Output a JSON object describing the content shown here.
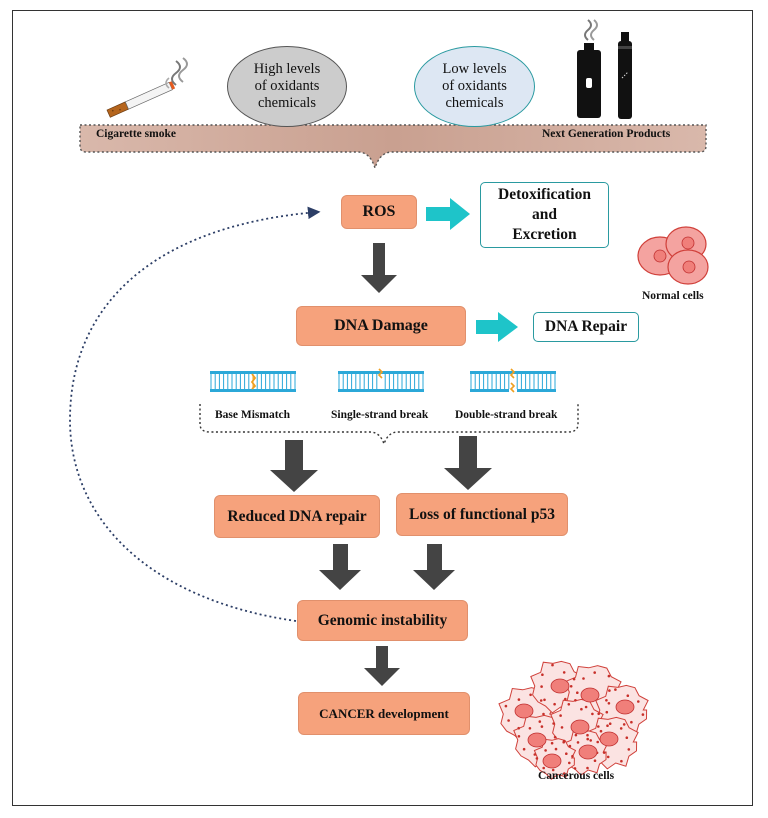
{
  "source_bar": {
    "left_label": "Cigarette smoke",
    "right_label": "Next Generation Products"
  },
  "ovals": {
    "high": "High levels\nof oxidants\nchemicals",
    "low": "Low levels\nof oxidants\nchemicals"
  },
  "boxes": {
    "ros": "ROS",
    "detox": "Detoxification\nand\nExcretion",
    "dna_damage": "DNA Damage",
    "dna_repair": "DNA Repair",
    "reduced_repair": "Reduced DNA repair",
    "p53": "Loss of functional p53",
    "genomic": "Genomic instability",
    "cancer": "CANCER development"
  },
  "damage_types": [
    "Base Mismatch",
    "Single-strand break",
    "Double-strand break"
  ],
  "cells": {
    "normal": "Normal cells",
    "cancerous": "Cancerous cells"
  },
  "colors": {
    "process_box": "#f6a27c",
    "outline_box_border": "#2a9aa0",
    "teal_arrow": "#1ec4c9",
    "dark_arrow": "#444444",
    "source_bar": "#d2ab9c",
    "oval_high": "#cccccc",
    "oval_low": "#dde7f3",
    "cell_fill": "#f4a3a0",
    "cell_border": "#d0403a"
  },
  "icons": [
    "cigarette-icon",
    "e-cigarette-icon",
    "dna-strand-icon",
    "normal-cells-icon",
    "cancer-cells-icon"
  ]
}
